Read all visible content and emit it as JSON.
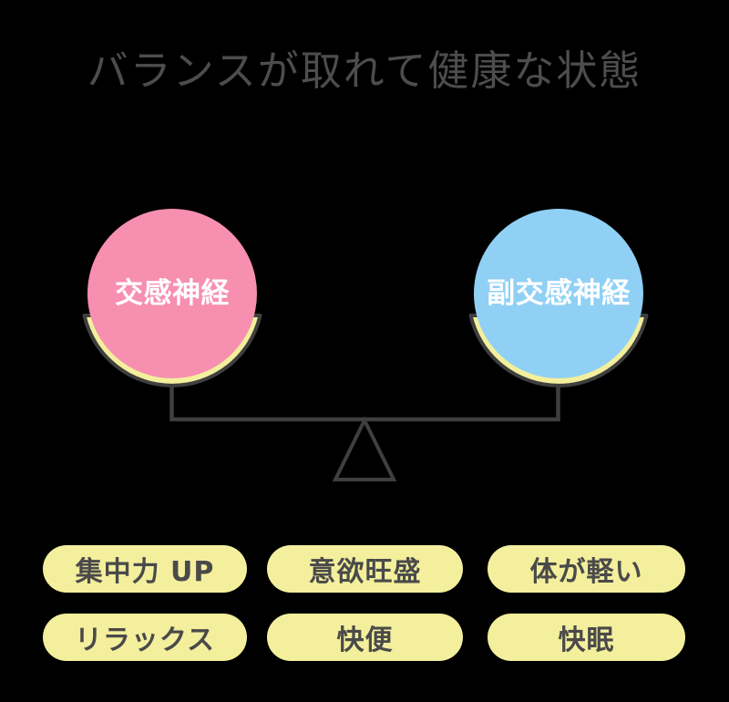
{
  "title": "バランスが取れて健康な状態",
  "balance": {
    "left_ball": {
      "label": "交感神経",
      "color": "#f78fb0"
    },
    "right_ball": {
      "label": "副交感神経",
      "color": "#90d0f5"
    },
    "cradle_color": "#f3ef9c",
    "line_color": "#3f3f3f"
  },
  "benefits": [
    "集中力 UP",
    "意欲旺盛",
    "体が軽い",
    "リラックス",
    "快便",
    "快眠"
  ],
  "colors": {
    "background": "#000000",
    "title_text": "#4d4d4d",
    "pill_fill": "#f3ef9c",
    "pill_text": "#4a4a4a",
    "ball_text": "#ffffff"
  }
}
